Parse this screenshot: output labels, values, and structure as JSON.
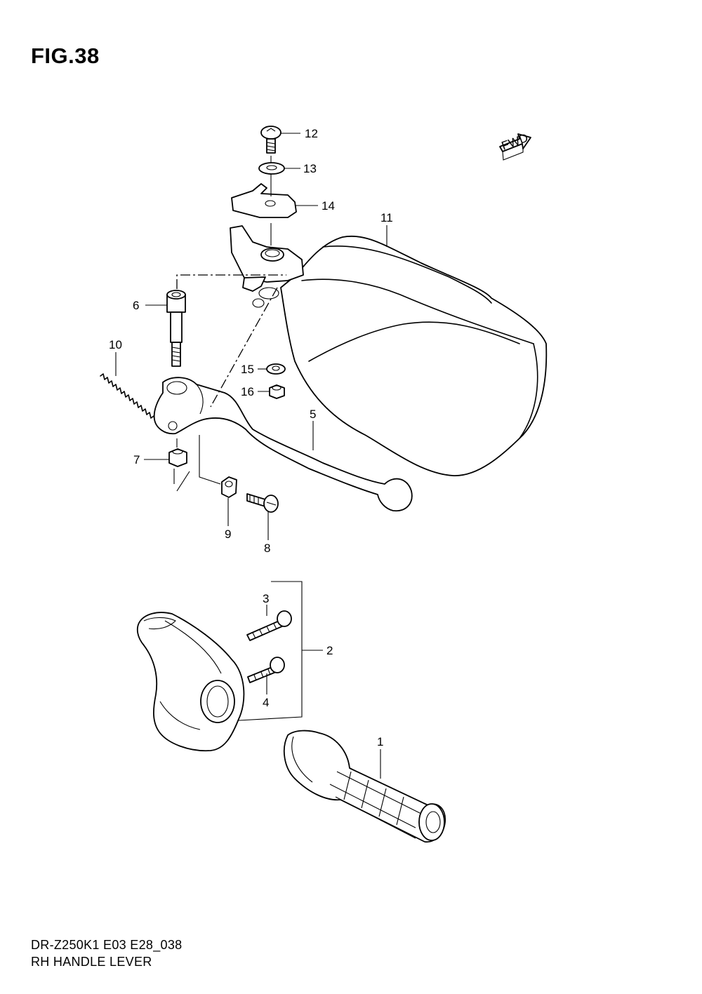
{
  "figure": {
    "title": "FIG.38"
  },
  "footer": {
    "code": "DR-Z250K1 E03 E28_038",
    "name": "RH HANDLE LEVER"
  },
  "fwd_badge": {
    "label": "FWD"
  },
  "callouts": {
    "p1": "1",
    "p2": "2",
    "p3": "3",
    "p4": "4",
    "p5": "5",
    "p6": "6",
    "p7": "7",
    "p8": "8",
    "p9": "9",
    "p10": "10",
    "p11": "11",
    "p12": "12",
    "p13": "13",
    "p14": "14",
    "p15": "15",
    "p16": "16"
  },
  "parts": [
    {
      "no": "1",
      "icon": "grip-icon"
    },
    {
      "no": "2",
      "icon": "throttle-housing-icon"
    },
    {
      "no": "3",
      "icon": "screw-icon"
    },
    {
      "no": "4",
      "icon": "screw-icon"
    },
    {
      "no": "5",
      "icon": "brake-lever-icon"
    },
    {
      "no": "6",
      "icon": "pivot-bolt-icon"
    },
    {
      "no": "7",
      "icon": "nut-icon"
    },
    {
      "no": "8",
      "icon": "screw-icon"
    },
    {
      "no": "9",
      "icon": "nut-icon"
    },
    {
      "no": "10",
      "icon": "spring-icon"
    },
    {
      "no": "11",
      "icon": "hand-guard-icon"
    },
    {
      "no": "12",
      "icon": "screw-icon"
    },
    {
      "no": "13",
      "icon": "washer-icon"
    },
    {
      "no": "14",
      "icon": "bracket-icon"
    },
    {
      "no": "15",
      "icon": "washer-icon"
    },
    {
      "no": "16",
      "icon": "nut-icon"
    }
  ]
}
